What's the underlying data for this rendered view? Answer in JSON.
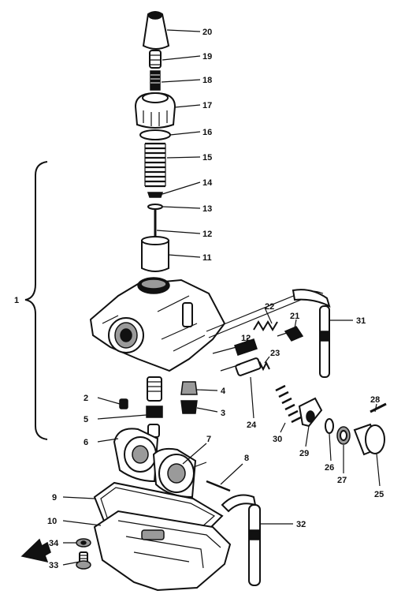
{
  "diagram": {
    "labels": [
      {
        "id": "l20",
        "text": "20"
      },
      {
        "id": "l19",
        "text": "19"
      },
      {
        "id": "l18",
        "text": "18"
      },
      {
        "id": "l17",
        "text": "17"
      },
      {
        "id": "l16",
        "text": "16"
      },
      {
        "id": "l15",
        "text": "15"
      },
      {
        "id": "l14",
        "text": "14"
      },
      {
        "id": "l13",
        "text": "13"
      },
      {
        "id": "l12",
        "text": "12"
      },
      {
        "id": "l11",
        "text": "11"
      },
      {
        "id": "l1",
        "text": "1"
      },
      {
        "id": "l22",
        "text": "22"
      },
      {
        "id": "l21",
        "text": "21"
      },
      {
        "id": "l31",
        "text": "31"
      },
      {
        "id": "l12b",
        "text": "12"
      },
      {
        "id": "l23",
        "text": "23"
      },
      {
        "id": "l2",
        "text": "2"
      },
      {
        "id": "l4",
        "text": "4"
      },
      {
        "id": "l5",
        "text": "5"
      },
      {
        "id": "l3",
        "text": "3"
      },
      {
        "id": "l24",
        "text": "24"
      },
      {
        "id": "l30",
        "text": "30"
      },
      {
        "id": "l29",
        "text": "29"
      },
      {
        "id": "l28",
        "text": "28"
      },
      {
        "id": "l26",
        "text": "26"
      },
      {
        "id": "l27",
        "text": "27"
      },
      {
        "id": "l25",
        "text": "25"
      },
      {
        "id": "l6",
        "text": "6"
      },
      {
        "id": "l7",
        "text": "7"
      },
      {
        "id": "l8",
        "text": "8"
      },
      {
        "id": "l9",
        "text": "9"
      },
      {
        "id": "l10",
        "text": "10"
      },
      {
        "id": "l32",
        "text": "32"
      },
      {
        "id": "l34",
        "text": "34"
      },
      {
        "id": "l33",
        "text": "33"
      }
    ]
  }
}
